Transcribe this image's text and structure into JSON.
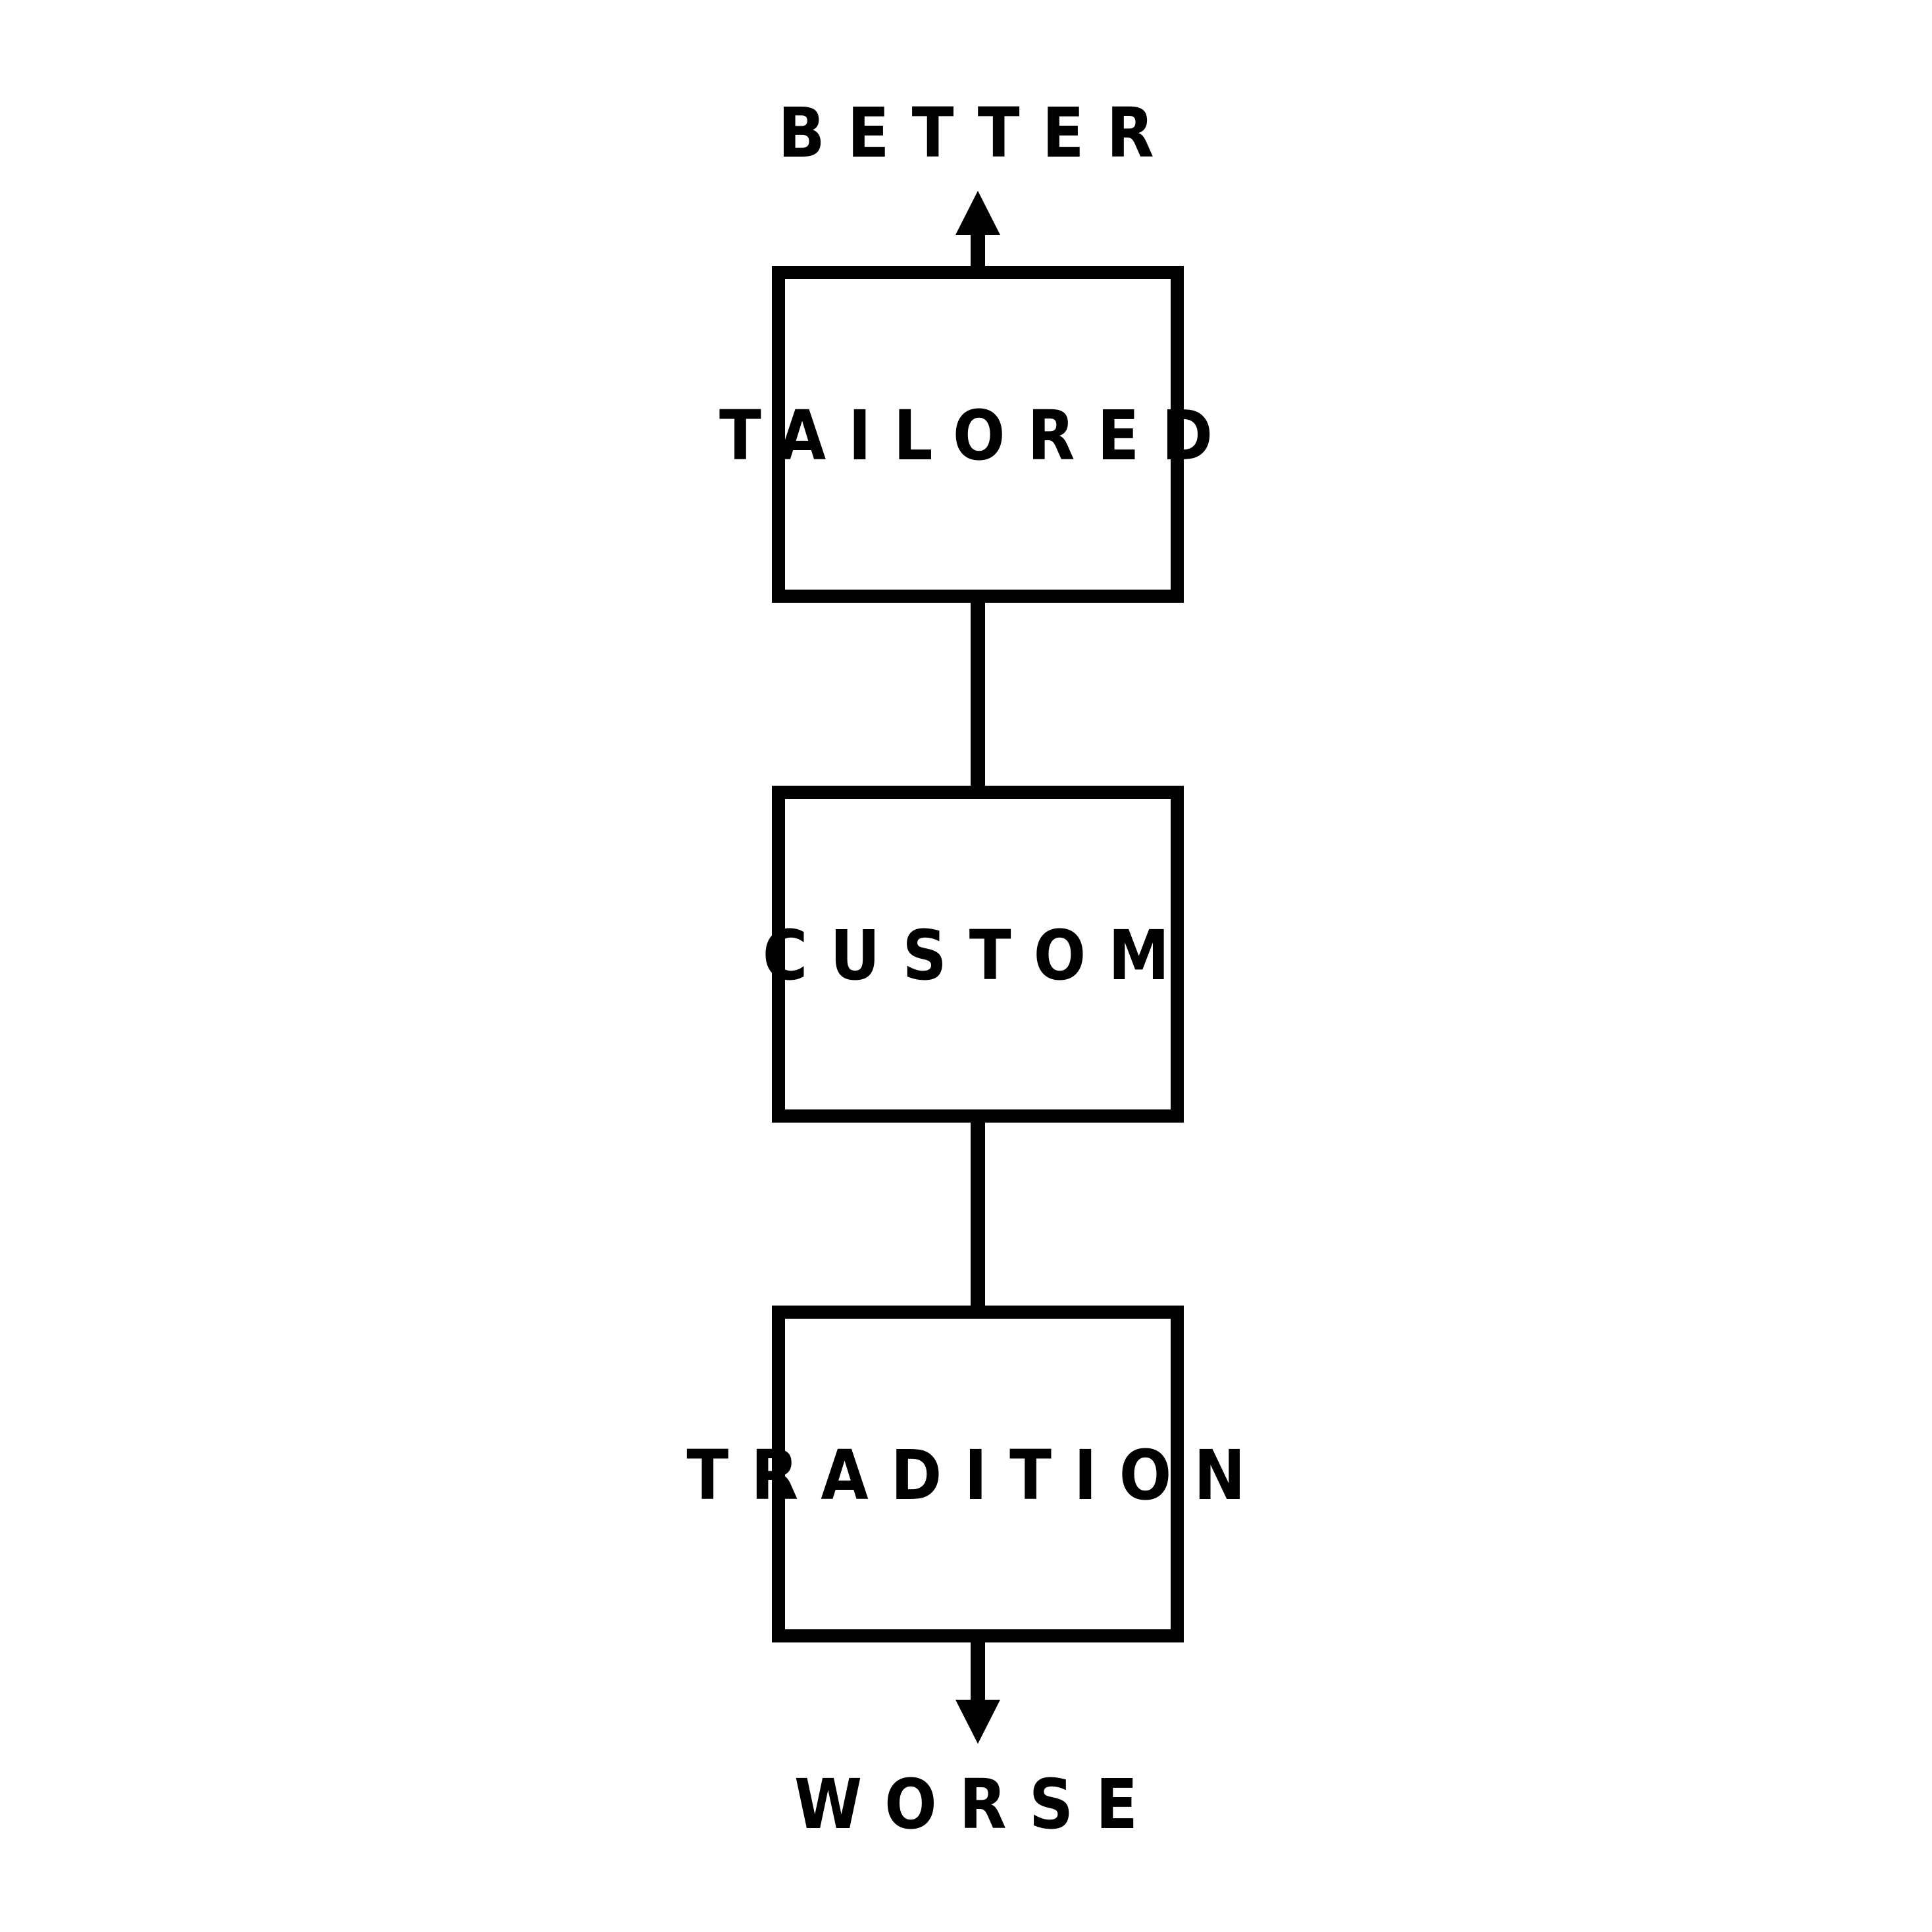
{
  "top_label": "BETTER",
  "bottom_label": "WORSE",
  "boxes": [
    {
      "label": "TAILORED"
    },
    {
      "label": "CUSTOM"
    },
    {
      "label": "TRADITION"
    }
  ],
  "colors": {
    "stroke": "#000000",
    "background": "#ffffff"
  }
}
